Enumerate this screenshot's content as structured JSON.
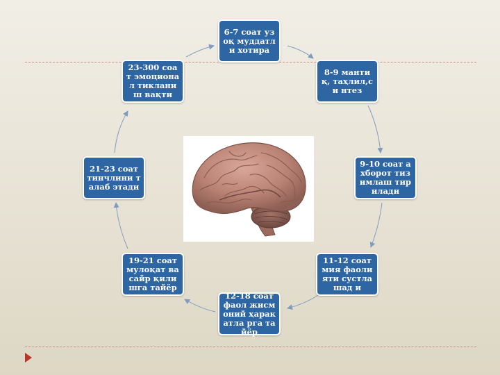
{
  "diagram": {
    "nodes": [
      {
        "id": "n1",
        "label": "6-7 соат узоқ муддатли хотира"
      },
      {
        "id": "n2",
        "label": "8-9 мантиқ, таҳлил,си нтез"
      },
      {
        "id": "n3",
        "label": "9-10 соат ахборот тизимлаш тирилади"
      },
      {
        "id": "n4",
        "label": "11-12 соат мия фаолияти сустлашад и"
      },
      {
        "id": "n5",
        "label": "12-18 соат фаол жисмоний ҳаракатла рга тайёр"
      },
      {
        "id": "n6",
        "label": "19-21 соат мулоқат ва сайр қилишга тайёр"
      },
      {
        "id": "n7",
        "label": "21-23 соат тинчлини талаб этади"
      },
      {
        "id": "n8",
        "label": "23-300 соат эмоциона л тикланиш вақти"
      }
    ],
    "center_image": "brain-image",
    "colors": {
      "node_fill": "#2d66a3",
      "node_border": "#ffffff",
      "arrow": "#7f9cbf",
      "marker": "#b8372c",
      "dash": "#c98f86"
    }
  }
}
